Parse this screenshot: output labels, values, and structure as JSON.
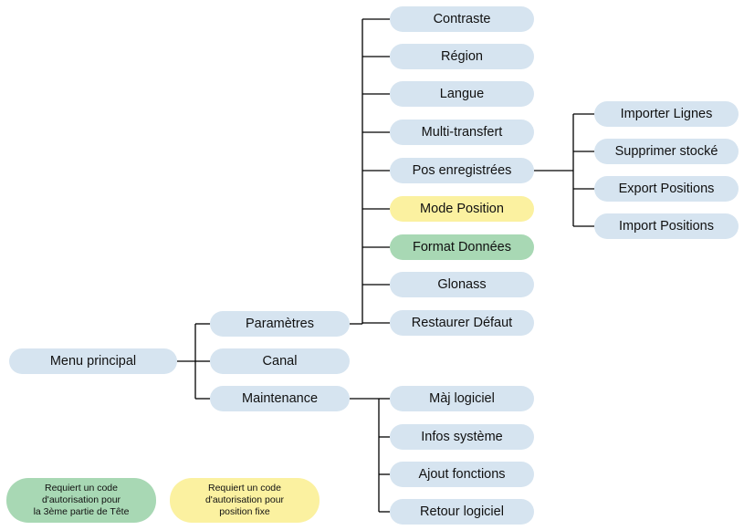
{
  "root": {
    "label": "Menu principal"
  },
  "level1": {
    "parametres": "Paramètres",
    "canal": "Canal",
    "maintenance": "Maintenance"
  },
  "parametres_items": {
    "contraste": "Contraste",
    "region": "Région",
    "langue": "Langue",
    "multi_transfert": "Multi-transfert",
    "pos_enregistrees": "Pos enregistrées",
    "mode_position": "Mode Position",
    "format_donnees": "Format Données",
    "glonass": "Glonass",
    "restaurer_defaut": "Restaurer Défaut"
  },
  "pos_items": {
    "importer_lignes": "Importer Lignes",
    "supprimer_stocke": "Supprimer stocké",
    "export_positions": "Export Positions",
    "import_positions": "Import Positions"
  },
  "maintenance_items": {
    "maj_logiciel": "Màj logiciel",
    "infos_systeme": "Infos système",
    "ajout_fonctions": "Ajout fonctions",
    "retour_logiciel": "Retour logiciel"
  },
  "legend": {
    "green": {
      "line1": "Requiert un code",
      "line2": "d'autorisation pour",
      "line3": "la 3ème partie de Tête"
    },
    "yellow": {
      "line1": "Requiert un code",
      "line2": "d'autorisation pour",
      "line3": "position fixe"
    }
  },
  "colors": {
    "node": "#d6e4f0",
    "auth_head": "#a8d8b4",
    "auth_fixed": "#fbf1a0",
    "connector": "#000000"
  }
}
